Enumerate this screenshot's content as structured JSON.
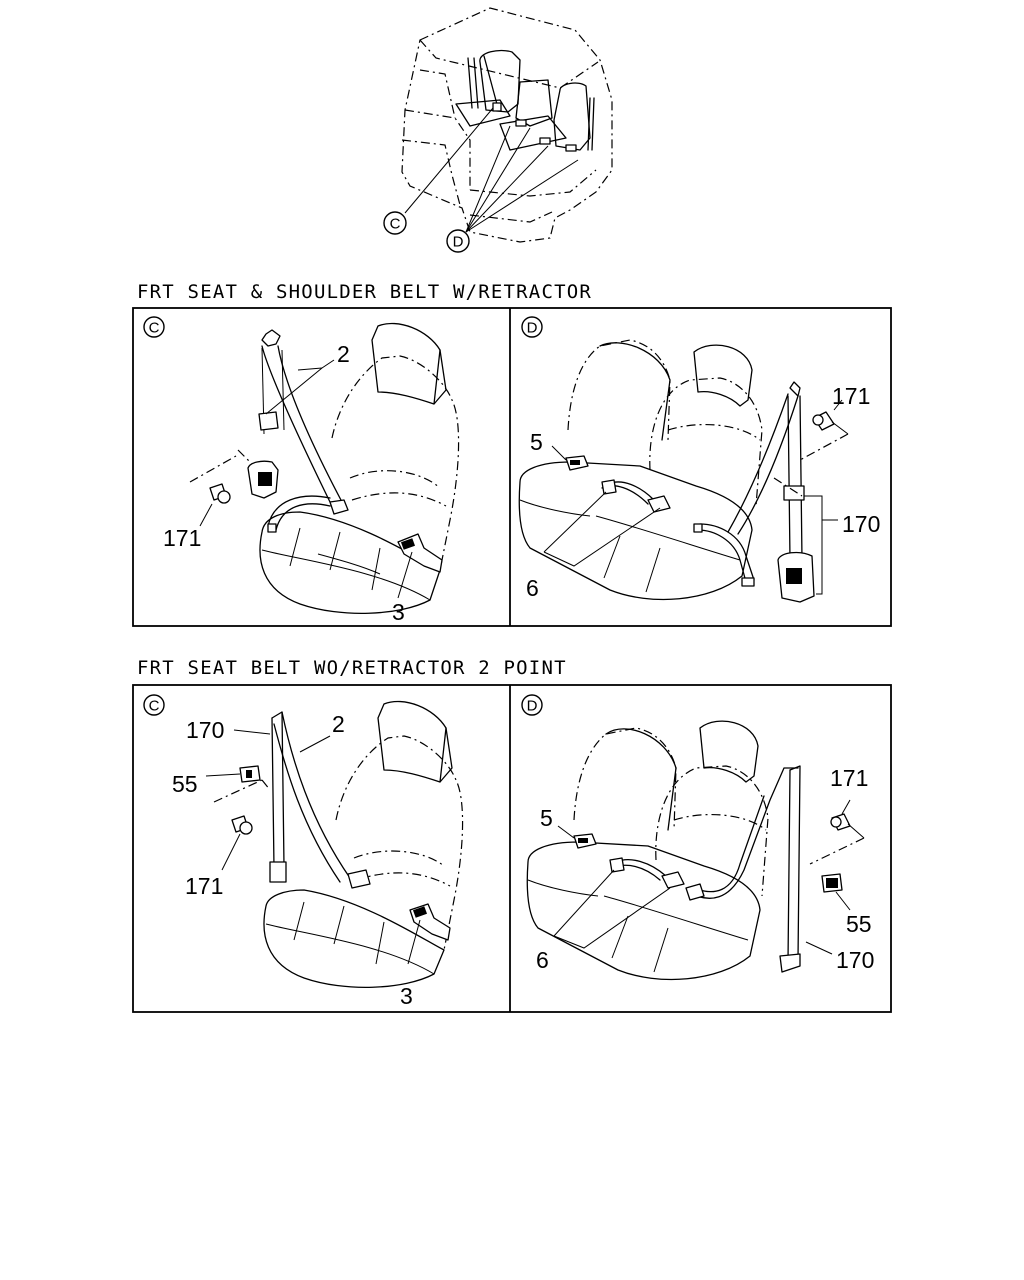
{
  "overview": {
    "marker_c": "C",
    "marker_d": "D"
  },
  "section_1": {
    "title": "FRT SEAT & SHOULDER BELT W/RETRACTOR",
    "panel_c": {
      "marker": "C",
      "callouts": {
        "belt": "2",
        "anchor_bolt": "171",
        "buckle": "3"
      }
    },
    "panel_d": {
      "marker": "D",
      "callouts": {
        "buckle_center": "5",
        "center_belt": "6",
        "anchor_bolt": "171",
        "retractor_belt": "170"
      }
    }
  },
  "section_2": {
    "title": "FRT SEAT BELT WO/RETRACTOR 2 POINT",
    "panel_c": {
      "marker": "C",
      "callouts": {
        "belt_outer": "170",
        "belt": "2",
        "plate": "55",
        "anchor_bolt": "171",
        "buckle": "3"
      }
    },
    "panel_d": {
      "marker": "D",
      "callouts": {
        "buckle_center": "5",
        "center_belt": "6",
        "anchor_bolt": "171",
        "plate": "55",
        "belt_outer": "170"
      }
    }
  }
}
